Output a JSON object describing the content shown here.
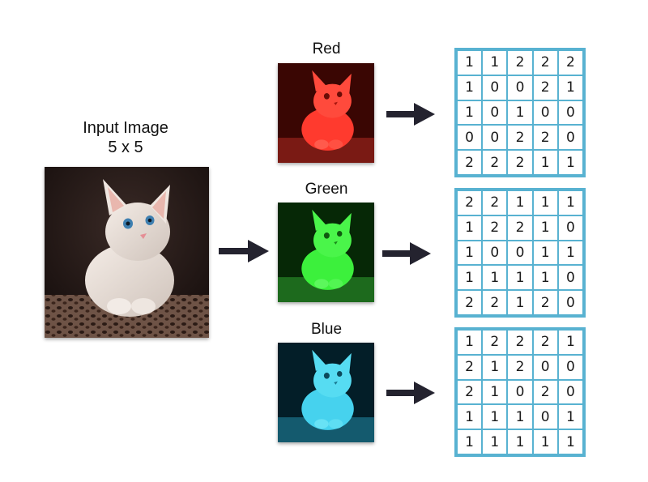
{
  "input": {
    "title_line1": "Input Image",
    "title_line2": "5 x 5"
  },
  "channels": [
    {
      "name": "Red",
      "tint": "#ff3a2e",
      "shadow": "#3a0603",
      "matrix": [
        [
          1,
          1,
          2,
          2,
          2
        ],
        [
          1,
          0,
          0,
          2,
          1
        ],
        [
          1,
          0,
          1,
          0,
          0
        ],
        [
          0,
          0,
          2,
          2,
          0
        ],
        [
          2,
          2,
          2,
          1,
          1
        ]
      ]
    },
    {
      "name": "Green",
      "tint": "#3cf03c",
      "shadow": "#062806",
      "matrix": [
        [
          2,
          2,
          1,
          1,
          1
        ],
        [
          1,
          2,
          2,
          1,
          0
        ],
        [
          1,
          0,
          0,
          1,
          1
        ],
        [
          1,
          1,
          1,
          1,
          0
        ],
        [
          2,
          2,
          1,
          2,
          0
        ]
      ]
    },
    {
      "name": "Blue",
      "tint": "#46d2ee",
      "shadow": "#031e28",
      "matrix": [
        [
          1,
          2,
          2,
          2,
          1
        ],
        [
          2,
          1,
          2,
          0,
          0
        ],
        [
          2,
          1,
          0,
          2,
          0
        ],
        [
          1,
          1,
          1,
          0,
          1
        ],
        [
          1,
          1,
          1,
          1,
          1
        ]
      ]
    }
  ],
  "colors": {
    "grid_border": "#58b2d1",
    "arrow": "#24232f"
  },
  "icons": {
    "arrow": "right-arrow-icon",
    "kitten": "kitten-image"
  }
}
